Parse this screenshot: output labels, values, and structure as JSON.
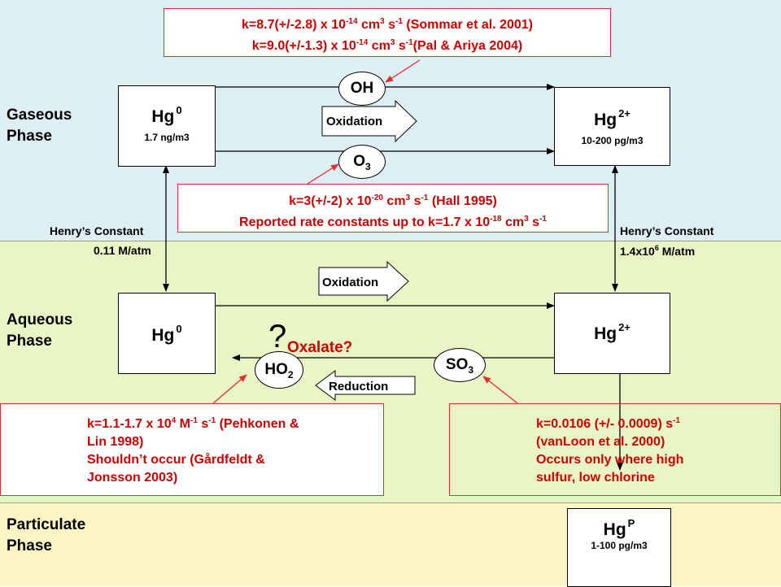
{
  "phases": {
    "gaseous": [
      "Gaseous",
      "Phase"
    ],
    "aqueous": [
      "Aqueous",
      "Phase"
    ],
    "particulate": [
      "Particulate",
      "Phase"
    ]
  },
  "species": {
    "gas_hg0": {
      "symbol": "Hg",
      "charge": "0",
      "conc": "1.7 ng/m3"
    },
    "gas_hg2": {
      "symbol": "Hg",
      "charge": "2+",
      "conc": "10-200 pg/m3"
    },
    "aq_hg0": {
      "symbol": "Hg",
      "charge": "0"
    },
    "aq_hg2": {
      "symbol": "Hg",
      "charge": "2+"
    },
    "part_hgp": {
      "symbol": "Hg",
      "charge": "P",
      "conc": "1-100 pg/m3"
    }
  },
  "oxidants": {
    "oh": "OH",
    "o3": {
      "base": "O",
      "sub": "3"
    },
    "ho2": {
      "base": "HO",
      "sub": "2"
    },
    "so3": {
      "base": "SO",
      "sub": "3"
    }
  },
  "arrows": {
    "gas_oxidation": "Oxidation",
    "aq_oxidation": "Oxidation",
    "aq_reduction": "Reduction"
  },
  "henry": {
    "left_title": "Henry’s Constant",
    "left_value": "0.11 M/atm",
    "right_title": "Henry’s Constant",
    "right_value_base": "1.4x10",
    "right_value_exp": "6",
    "right_value_unit": " M/atm"
  },
  "oxalate": {
    "q": "?",
    "text": "Oxalate?"
  },
  "refs": {
    "oh_line1": {
      "a": "k=8.7(+/-2.8) x 10",
      "exp1": "-14",
      "b": " cm",
      "exp2": "3",
      "c": " s",
      "exp3": "-1",
      "d": " (Sommar et al. 2001)"
    },
    "oh_line2": {
      "a": "k=9.0(+/-1.3) x 10",
      "exp1": "-14",
      "b": " cm",
      "exp2": "3",
      "c": " s",
      "exp3": "-1",
      "d": "(Pal & Ariya 2004)"
    },
    "o3_line1": {
      "a": "k=3(+/-2) x 10",
      "exp1": "-20",
      "b": " cm",
      "exp2": "3",
      "c": " s",
      "exp3": "-1",
      "d": " (Hall 1995)"
    },
    "o3_line2": {
      "a": "Reported rate constants up to k=1.7 x 10",
      "exp1": "-18",
      "b": " cm",
      "exp2": "3",
      "c": " s",
      "exp3": "-1",
      "d": ""
    },
    "ho2": {
      "line1_a": "k=1.1-1.7 x 10",
      "line1_exp1": "4",
      "line1_b": " M",
      "line1_exp2": "-1",
      "line1_c": " s",
      "line1_exp3": "-1",
      "line1_d": " (Pehkonen &",
      "line2": "Lin 1998)",
      "line3": "Shouldn’t occur (Gårdfeldt &",
      "line4": "Jonsson 2003)"
    },
    "so3": {
      "line1_a": "k=0.0106 (+/- 0.0009) s",
      "line1_exp": "-1",
      "line2": "(vanLoon et al. 2000)",
      "line3": "Occurs only where high",
      "line4": "sulfur, low chlorine"
    }
  }
}
